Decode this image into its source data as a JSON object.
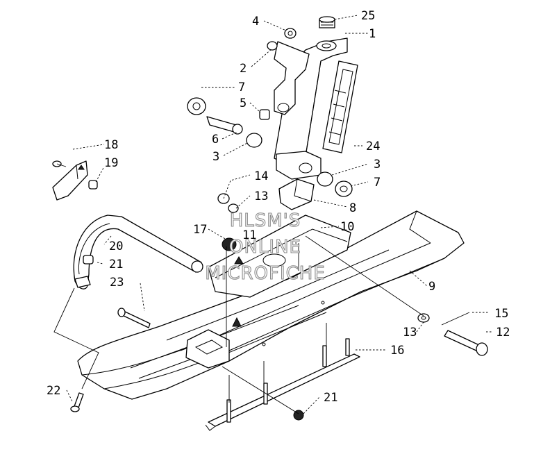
{
  "watermark": {
    "line1": "HLSM'S",
    "line2": "ONLINE",
    "line3": "MICROFICHE"
  },
  "callouts": {
    "c1": "1",
    "c2": "2",
    "c3a": "3",
    "c3b": "3",
    "c4": "4",
    "c5": "5",
    "c6": "6",
    "c7a": "7",
    "c7b": "7",
    "c8": "8",
    "c9": "9",
    "c10": "10",
    "c11": "11",
    "c12": "12",
    "c13a": "13",
    "c13b": "13",
    "c14": "14",
    "c15": "15",
    "c16": "16",
    "c17": "17",
    "c18": "18",
    "c19": "19",
    "c20": "20",
    "c21a": "21",
    "c21b": "21",
    "c22": "22",
    "c23": "23",
    "c24": "24",
    "c25": "25"
  }
}
